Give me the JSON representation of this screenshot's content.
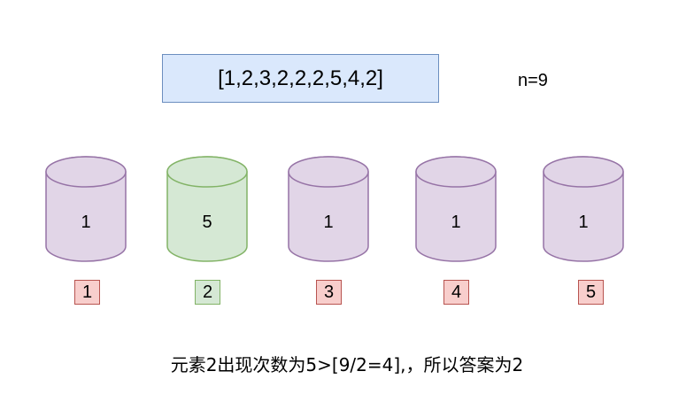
{
  "array_text": "[1,2,3,2,2,2,5,4,2]",
  "n_label": "n=9",
  "buckets": [
    {
      "count": "1",
      "index": "1",
      "highlight": false
    },
    {
      "count": "5",
      "index": "2",
      "highlight": true
    },
    {
      "count": "1",
      "index": "3",
      "highlight": false
    },
    {
      "count": "1",
      "index": "4",
      "highlight": false
    },
    {
      "count": "1",
      "index": "5",
      "highlight": false
    }
  ],
  "conclusion": "元素2出现次数为5>[9/2=4],，所以答案为2",
  "colors": {
    "array_fill": "#dae8fc",
    "array_stroke": "#6c8ebf",
    "cyl_fill": "#e1d5e7",
    "cyl_stroke": "#9673a6",
    "cyl_hl_fill": "#d5e8d4",
    "cyl_hl_stroke": "#82b366",
    "idx_fill": "#f8cecc",
    "idx_stroke": "#b85450"
  }
}
